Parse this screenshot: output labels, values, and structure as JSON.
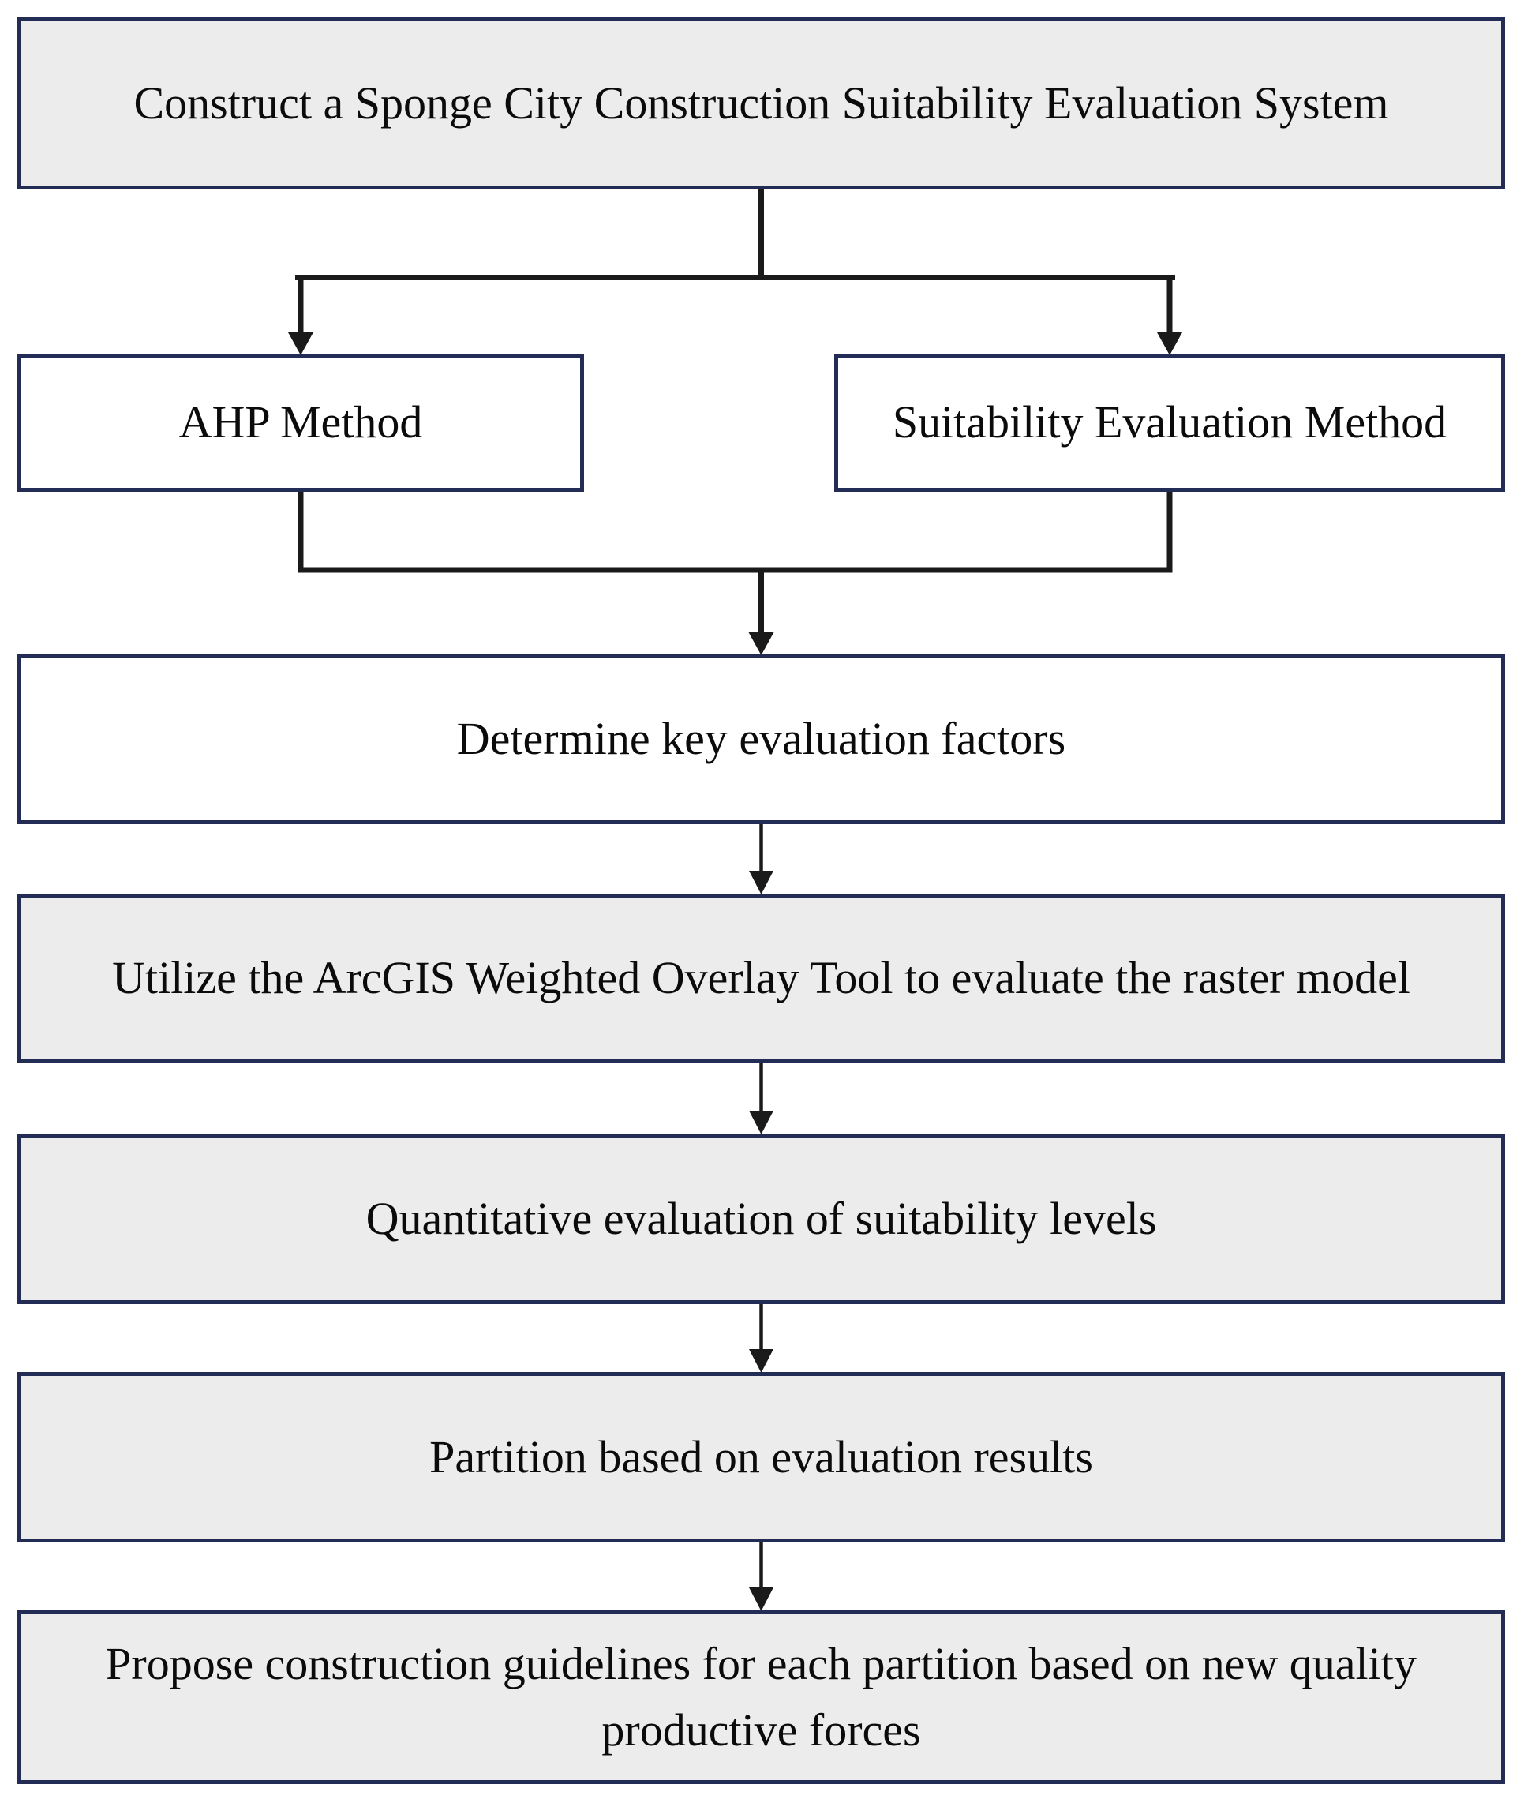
{
  "diagram": {
    "type": "flowchart",
    "nodes": [
      {
        "id": "construct-system",
        "label": "Construct a Sponge City Construction Suitability Evaluation System",
        "fill": "gray"
      },
      {
        "id": "ahp-method",
        "label": "AHP Method",
        "fill": "white"
      },
      {
        "id": "suitability-method",
        "label": "Suitability Evaluation Method",
        "fill": "white"
      },
      {
        "id": "key-factors",
        "label": "Determine key evaluation factors",
        "fill": "white"
      },
      {
        "id": "arcgis-overlay",
        "label": "Utilize the ArcGIS Weighted Overlay Tool to evaluate the raster model",
        "fill": "gray"
      },
      {
        "id": "quantitative-evaluation",
        "label": "Quantitative evaluation of suitability levels",
        "fill": "gray"
      },
      {
        "id": "partition-results",
        "label": "Partition based on evaluation results",
        "fill": "gray"
      },
      {
        "id": "construction-guidelines",
        "label": "Propose construction guidelines for each partition based on new quality productive forces",
        "fill": "gray"
      }
    ],
    "edges": [
      {
        "from": "construct-system",
        "to": "ahp-method"
      },
      {
        "from": "construct-system",
        "to": "suitability-method"
      },
      {
        "from": "ahp-method",
        "to": "key-factors"
      },
      {
        "from": "suitability-method",
        "to": "key-factors"
      },
      {
        "from": "key-factors",
        "to": "arcgis-overlay"
      },
      {
        "from": "arcgis-overlay",
        "to": "quantitative-evaluation"
      },
      {
        "from": "quantitative-evaluation",
        "to": "partition-results"
      },
      {
        "from": "partition-results",
        "to": "construction-guidelines"
      }
    ],
    "colors": {
      "box_border": "#232C54",
      "fill_gray": "#ECECEC",
      "fill_white": "#FFFFFF",
      "connector": "#1A1A1A",
      "text": "#0B0B0B"
    }
  }
}
